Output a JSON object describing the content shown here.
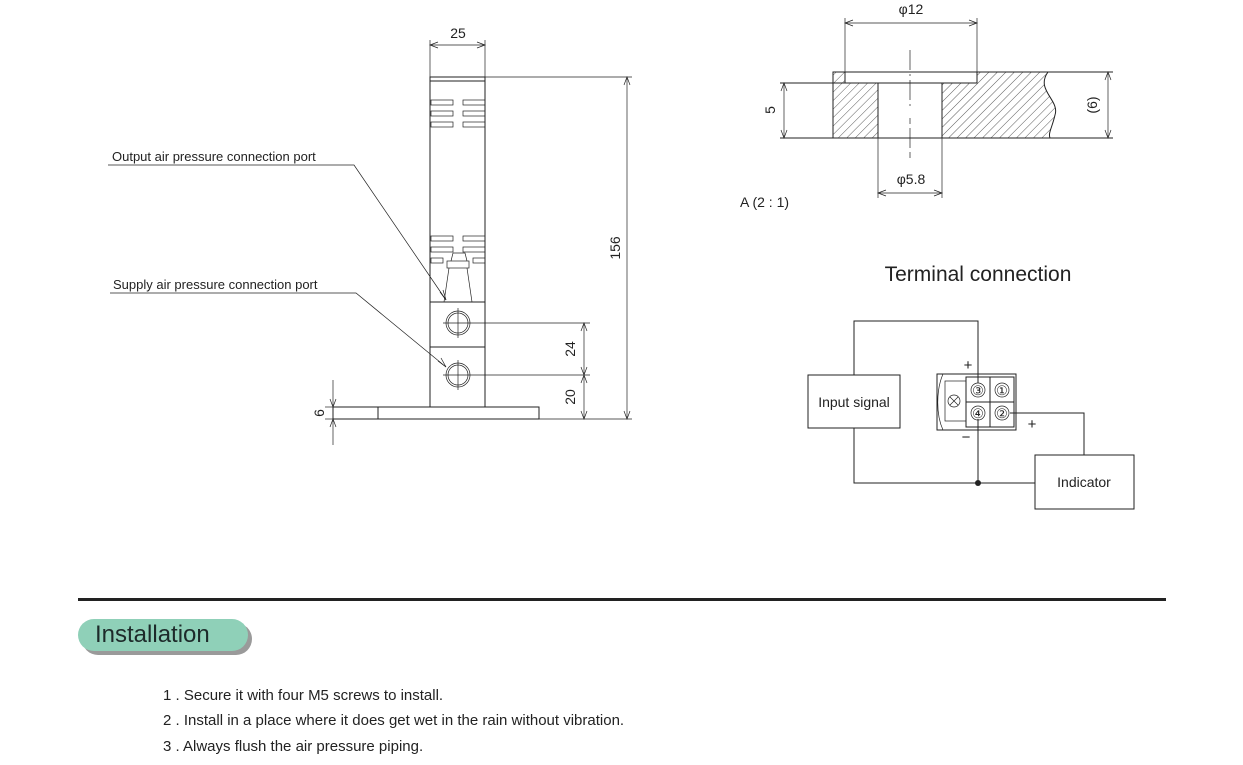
{
  "dimension_drawing": {
    "dim_width": "25",
    "dim_height": "156",
    "dim_port_pitch": "24",
    "dim_port_base": "20",
    "dim_base_thickness": "6",
    "label_output_port": "Output air pressure connection port",
    "label_supply_port": "Supply air pressure connection port"
  },
  "section_detail": {
    "dim_outer_diameter": "φ12",
    "dim_inner_diameter": "φ5.8",
    "dim_depth": "5",
    "dim_thickness": "(6)",
    "scale_label": "A (2 : 1)"
  },
  "terminal_connection": {
    "title": "Terminal connection",
    "input_box": "Input signal",
    "indicator_box": "Indicator",
    "terminals": [
      "③",
      "①",
      "④",
      "②"
    ],
    "plus_top": "+",
    "minus": "−",
    "plus_right": "+"
  },
  "installation": {
    "heading": "Installation",
    "items": [
      "1 . Secure it with four M5 screws to install.",
      "2 . Install in a place where it does get wet in the rain without vibration.",
      "3 . Always flush the air pressure piping."
    ]
  },
  "colors": {
    "pill": "#8fd0b8",
    "pill_shadow": "#9a9a9a",
    "line": "#222222"
  }
}
